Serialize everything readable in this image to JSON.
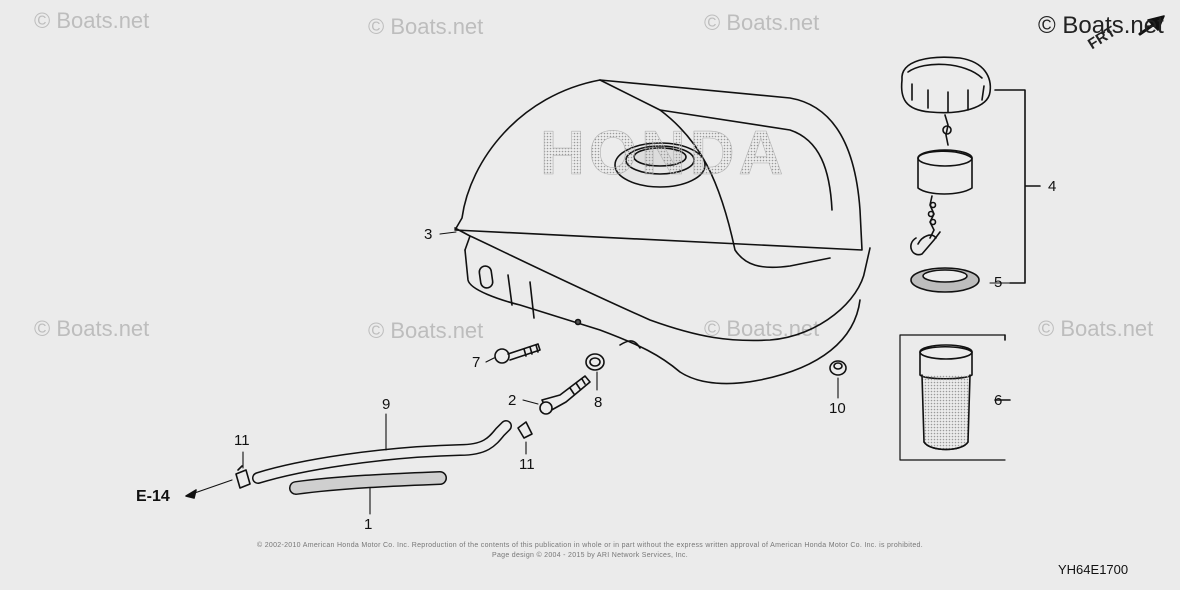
{
  "watermarks": [
    "© Boats.net",
    "© Boats.net",
    "© Boats.net",
    "© Boats.net",
    "© Boats.net",
    "© Boats.net",
    "© Boats.net"
  ],
  "brand_mark": "© Boats.net",
  "direction_label": "FRT",
  "tank_logo": "HONDA",
  "callouts": [
    "1",
    "2",
    "3",
    "4",
    "5",
    "6",
    "7",
    "8",
    "9",
    "10",
    "11",
    "11"
  ],
  "reference_label": "E-14",
  "copyright_line1": "© 2002-2010 American Honda Motor Co. Inc. Reproduction of the contents of this publication in whole or in part without the express written approval of American Honda Motor Co. Inc. is prohibited.",
  "copyright_line2": "Page design © 2004 - 2015 by ARI Network Services, Inc.",
  "diagram_code": "YH64E1700"
}
